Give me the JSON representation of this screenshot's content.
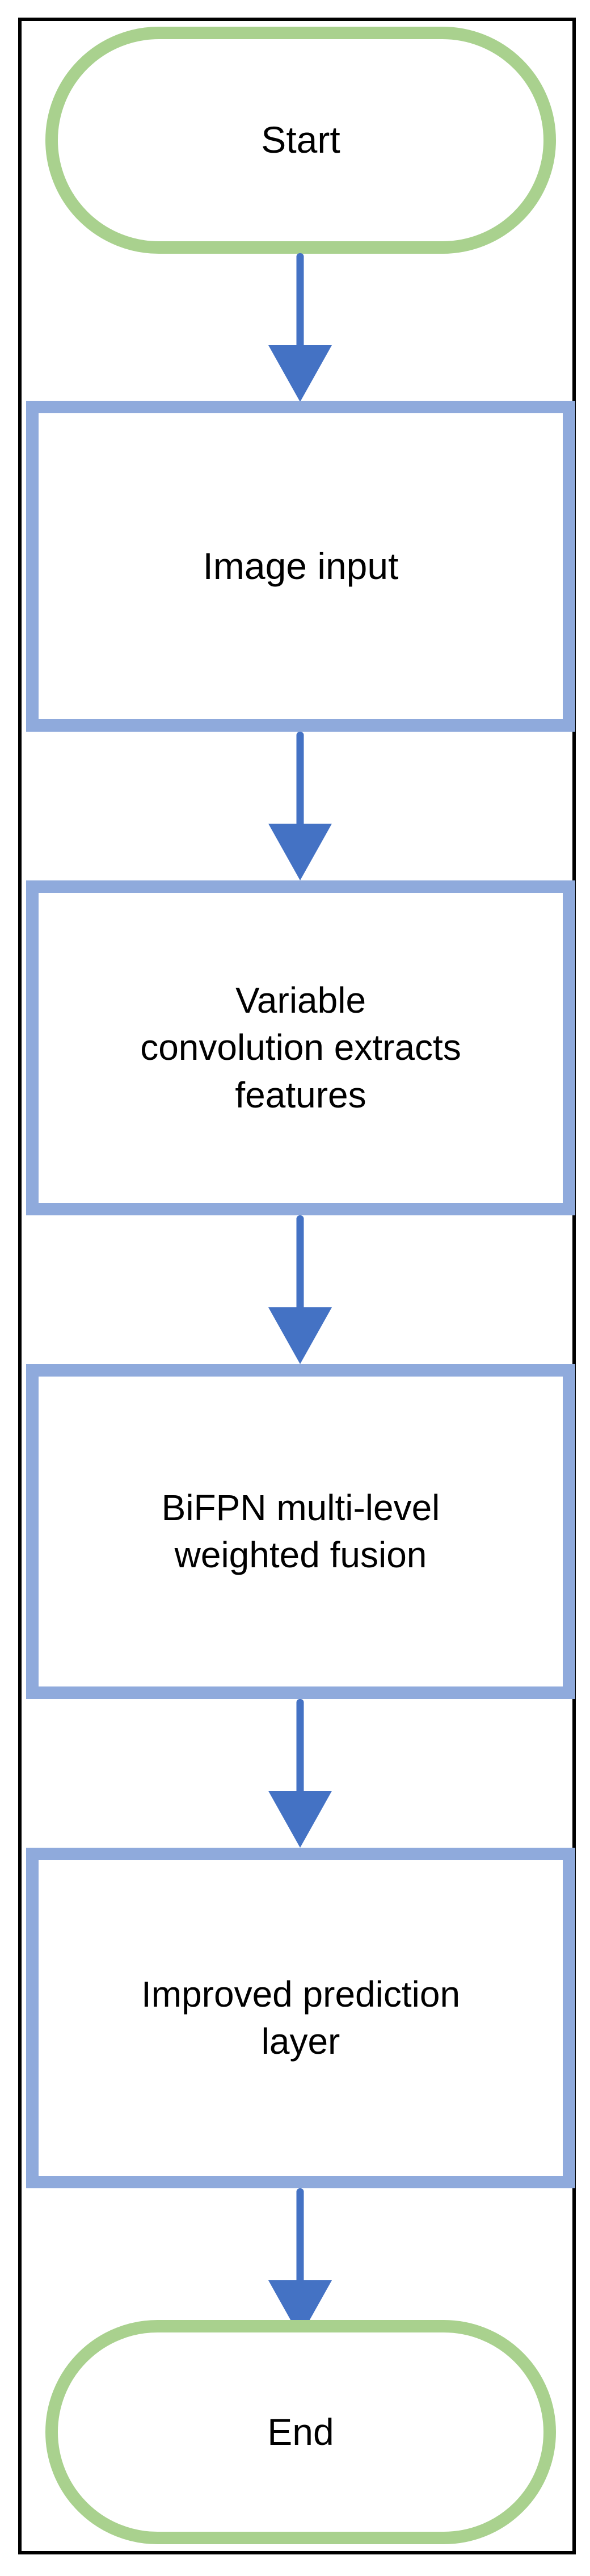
{
  "figure": {
    "type": "flowchart",
    "orientation": "vertical-top-to-bottom",
    "frame_border_color": "#000000",
    "background_color": "#ffffff"
  },
  "colors": {
    "terminator_border": "#A9D18E",
    "process_border": "#8FAADC",
    "connector": "#4472C4",
    "node_fill": "#FFFFFF",
    "text": "#000000"
  },
  "nodes": [
    {
      "id": "start",
      "shape": "terminator",
      "label": "Start",
      "border_color": "#A9D18E",
      "fill": "#FFFFFF"
    },
    {
      "id": "image-input",
      "shape": "process",
      "label": "Image input",
      "border_color": "#8FAADC",
      "fill": "#FFFFFF"
    },
    {
      "id": "variable-convolution",
      "shape": "process",
      "label": "Variable\nconvolution extracts\nfeatures",
      "border_color": "#8FAADC",
      "fill": "#FFFFFF"
    },
    {
      "id": "bifpn-fusion",
      "shape": "process",
      "label": "BiFPN multi-level\nweighted fusion",
      "border_color": "#8FAADC",
      "fill": "#FFFFFF"
    },
    {
      "id": "improved-prediction",
      "shape": "process",
      "label": "Improved prediction\nlayer",
      "border_color": "#8FAADC",
      "fill": "#FFFFFF"
    },
    {
      "id": "end",
      "shape": "terminator",
      "label": "End",
      "border_color": "#A9D18E",
      "fill": "#FFFFFF"
    }
  ],
  "connectors": [
    {
      "id": "start-to-image-input",
      "from": "start",
      "to": "image-input",
      "color": "#4472C4",
      "arrowhead": "solid-triangle"
    },
    {
      "id": "image-input-to-variable-convolution",
      "from": "image-input",
      "to": "variable-convolution",
      "color": "#4472C4",
      "arrowhead": "solid-triangle"
    },
    {
      "id": "variable-convolution-to-bifpn-fusion",
      "from": "variable-convolution",
      "to": "bifpn-fusion",
      "color": "#4472C4",
      "arrowhead": "solid-triangle"
    },
    {
      "id": "bifpn-fusion-to-improved-prediction",
      "from": "bifpn-fusion",
      "to": "improved-prediction",
      "color": "#4472C4",
      "arrowhead": "solid-triangle"
    },
    {
      "id": "improved-prediction-to-end",
      "from": "improved-prediction",
      "to": "end",
      "color": "#4472C4",
      "arrowhead": "solid-triangle"
    }
  ]
}
